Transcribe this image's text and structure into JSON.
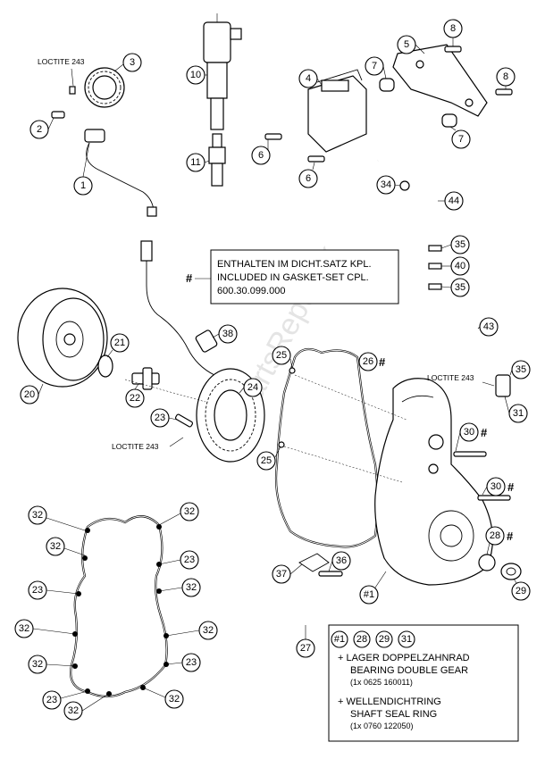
{
  "loctite_labels": [
    "LOCTITE 243",
    "LOCTITE 243",
    "LOCTITE 243"
  ],
  "hash_symbol": "#",
  "gasket_note": {
    "line1": "ENTHALTEN IM DICHT.SATZ KPL.",
    "line2": "INCLUDED IN GASKET-SET CPL.",
    "line3": "600.30.099.000"
  },
  "legend_box": {
    "parts": [
      "#1",
      "28",
      "29",
      "31"
    ],
    "item1_de": "+ LAGER DOPPELZAHNRAD",
    "item1_en": "BEARING DOUBLE GEAR",
    "item1_code": "(1x 0625 160011)",
    "item2_de": "+ WELLENDICHTRING",
    "item2_en": "SHAFT SEAL RING",
    "item2_code": "(1x 0760 122050)"
  },
  "box_callout": "27",
  "callouts": {
    "c3": "3",
    "c2": "2",
    "c1": "1",
    "c10": "10",
    "c11": "11",
    "c6a": "6",
    "c6b": "6",
    "c4": "4",
    "c5": "5",
    "c7a": "7",
    "c7b": "7",
    "c8a": "8",
    "c8b": "8",
    "c34": "34",
    "c44": "44",
    "c35a": "35",
    "c40": "40",
    "c35b": "35",
    "c43": "43",
    "c35c": "35",
    "c31": "31",
    "c38": "38",
    "c21": "21",
    "c20": "20",
    "c22": "22",
    "c24": "24",
    "c23a": "23",
    "c25a": "25",
    "c26": "26",
    "c25b": "25",
    "c30a": "30",
    "c30b": "30",
    "c28": "28",
    "c29": "29",
    "c36": "36",
    "c37": "37",
    "c1b": "#1",
    "g32a": "32",
    "g32b": "32",
    "g32c": "32",
    "g23a": "23",
    "g32d": "32",
    "g23b": "23",
    "g32e": "32",
    "g32f": "32",
    "g32g": "32",
    "g23c": "23",
    "g23d": "23",
    "g32h": "32",
    "g32i": "32"
  },
  "watermark": "PartsRepublik"
}
